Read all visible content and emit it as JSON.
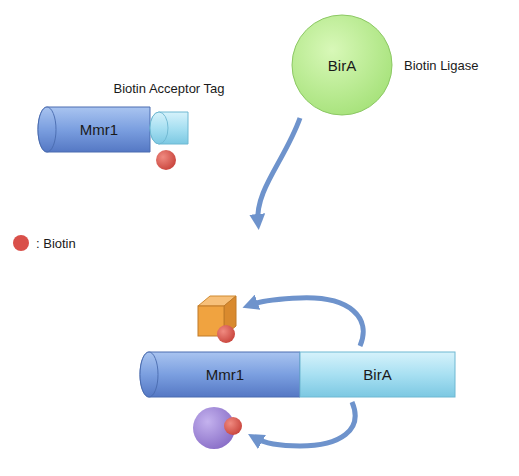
{
  "diagram": {
    "nodes": [
      {
        "text": [
          "Mmr1"
        ]
      },
      {
        "text": [
          "Biotin Acceptor Tag"
        ]
      },
      {
        "text": [
          "BirA",
          "Biotin Ligase"
        ]
      },
      {
        "text": [
          "Mmr1"
        ]
      },
      {
        "text": [
          "BirA"
        ]
      }
    ],
    "legend": [
      {
        "text": ": Biotin",
        "color": "#d9504a"
      }
    ]
  }
}
